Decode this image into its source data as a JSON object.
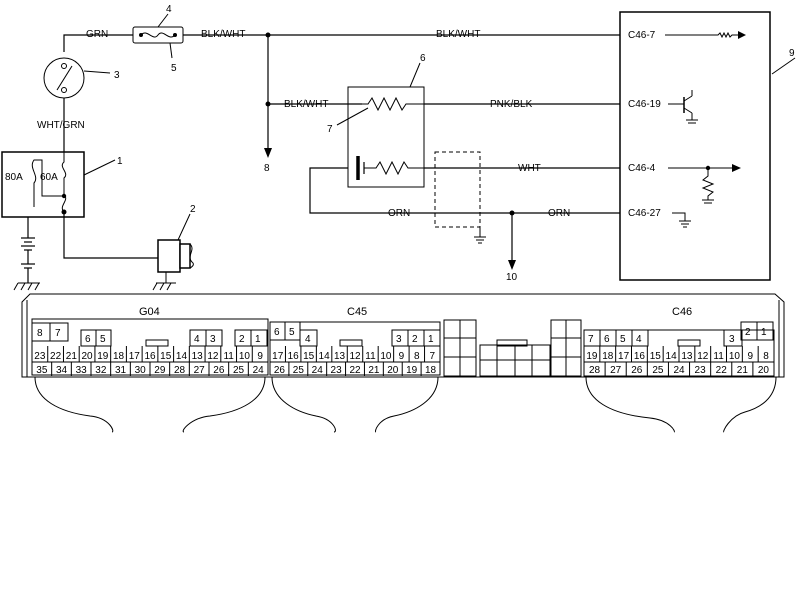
{
  "wire_labels": {
    "grn": "GRN",
    "blk_wht_top_left": "BLK/WHT",
    "blk_wht_top_right": "BLK/WHT",
    "blk_wht_mid": "BLK/WHT",
    "wht_grn": "WHT/GRN",
    "pnk_blk": "PNK/BLK",
    "wht": "WHT",
    "orn_left": "ORN",
    "orn_right": "ORN",
    "fuse_80": "80A",
    "fuse_60": "60A"
  },
  "callouts": {
    "n1": "1",
    "n2": "2",
    "n3": "3",
    "n4": "4",
    "n5": "5",
    "n6": "6",
    "n7": "7",
    "n8": "8",
    "n9": "9",
    "n10": "10"
  },
  "ecm_pins": {
    "c46_7": "C46-7",
    "c46_19": "C46-19",
    "c46_4": "C46-4",
    "c46_27": "C46-27"
  },
  "connectors": {
    "g04": {
      "name": "G04",
      "top_left": [
        "8",
        "7"
      ],
      "top_mid": [
        "6",
        "5"
      ],
      "top_4_3": [
        "4",
        "3"
      ],
      "top_2_1": [
        "2",
        "1"
      ],
      "row2": [
        "23",
        "22",
        "21",
        "20",
        "19",
        "18",
        "17",
        "16",
        "15",
        "14",
        "13",
        "12",
        "11",
        "10",
        "9"
      ],
      "row3": [
        "35",
        "34",
        "33",
        "32",
        "31",
        "30",
        "29",
        "28",
        "27",
        "26",
        "25",
        "24"
      ]
    },
    "c45": {
      "name": "C45",
      "top_left": [
        "6",
        "5"
      ],
      "top_4": [
        "4"
      ],
      "top_right": [
        "3",
        "2",
        "1"
      ],
      "row2": [
        "17",
        "16",
        "15",
        "14",
        "13",
        "12",
        "11",
        "10",
        "9",
        "8",
        "7"
      ],
      "row3": [
        "26",
        "25",
        "24",
        "23",
        "22",
        "21",
        "20",
        "19",
        "18"
      ]
    },
    "c46": {
      "name": "C46",
      "top_left": [
        "7",
        "6",
        "5",
        "4"
      ],
      "top_3": [
        "3"
      ],
      "top_right": [
        "2",
        "1"
      ],
      "row2": [
        "19",
        "18",
        "17",
        "16",
        "15",
        "14",
        "13",
        "12",
        "11",
        "10",
        "9",
        "8"
      ],
      "row3": [
        "28",
        "27",
        "26",
        "25",
        "24",
        "23",
        "22",
        "21",
        "20"
      ]
    }
  }
}
